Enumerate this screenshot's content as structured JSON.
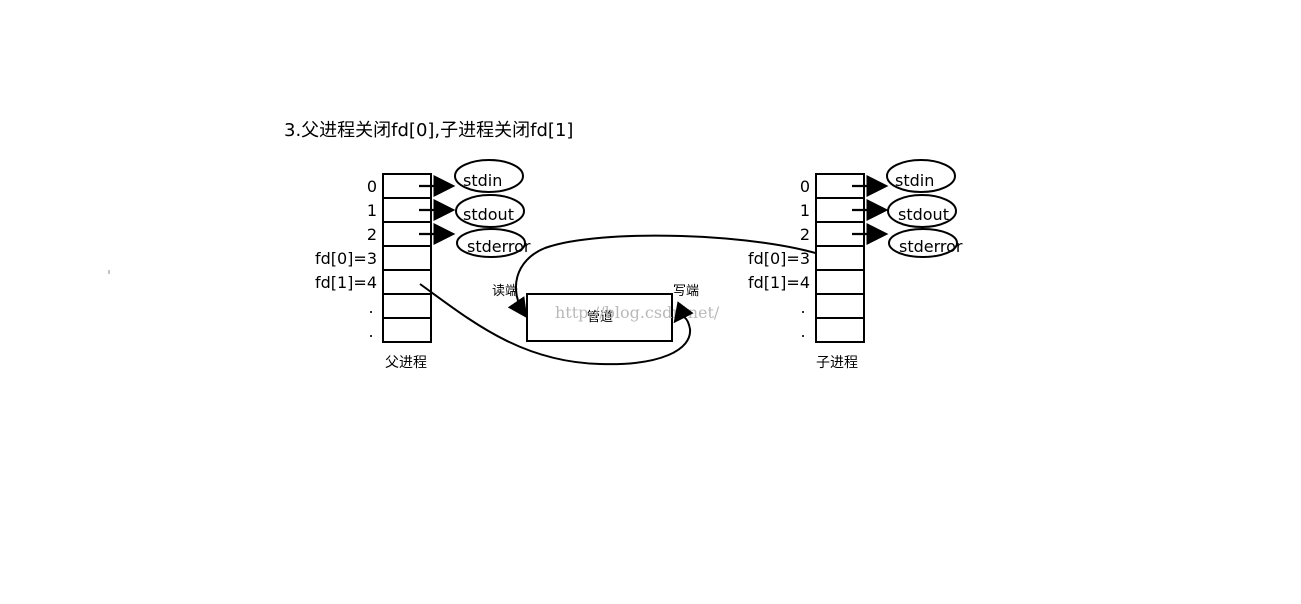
{
  "title": "3.父进程关闭fd[0],子进程关闭fd[1]",
  "parent": {
    "caption": "父进程",
    "rows": [
      "0",
      "1",
      "2",
      "fd[0]=3",
      "fd[1]=4",
      ".",
      "."
    ]
  },
  "child": {
    "caption": "子进程",
    "rows": [
      "0",
      "1",
      "2",
      "fd[0]=3",
      "fd[1]=4",
      ".",
      "."
    ]
  },
  "streams": [
    "stdin",
    "stdout",
    "stderror"
  ],
  "pipe": {
    "label": "管道",
    "read_end": "读端",
    "write_end": "写端"
  },
  "watermark": "http://blog.csdn.net/"
}
